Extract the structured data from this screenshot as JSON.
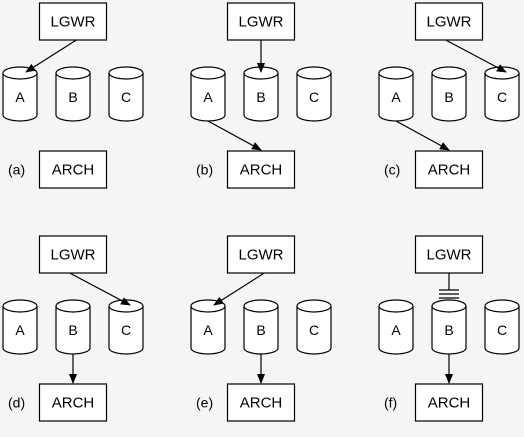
{
  "process_labels": {
    "writer": "LGWR",
    "archiver": "ARCH"
  },
  "panels": [
    {
      "id": "a",
      "label": "(a)",
      "logs": [
        "A",
        "B",
        "C"
      ],
      "writer_target": "A",
      "archiver_source": null,
      "writer_status": "writing"
    },
    {
      "id": "b",
      "label": "(b)",
      "logs": [
        "A",
        "B",
        "C"
      ],
      "writer_target": "B",
      "archiver_source": "A",
      "writer_status": "writing"
    },
    {
      "id": "c",
      "label": "(c)",
      "logs": [
        "A",
        "B",
        "C"
      ],
      "writer_target": "C",
      "archiver_source": "A",
      "writer_status": "writing"
    },
    {
      "id": "d",
      "label": "(d)",
      "logs": [
        "A",
        "B",
        "C"
      ],
      "writer_target": "C",
      "archiver_source": "B",
      "writer_status": "writing"
    },
    {
      "id": "e",
      "label": "(e)",
      "logs": [
        "A",
        "B",
        "C"
      ],
      "writer_target": "A",
      "archiver_source": "B",
      "writer_status": "writing"
    },
    {
      "id": "f",
      "label": "(f)",
      "logs": [
        "A",
        "B",
        "C"
      ],
      "writer_target": null,
      "archiver_source": "B",
      "writer_status": "blocked"
    }
  ]
}
